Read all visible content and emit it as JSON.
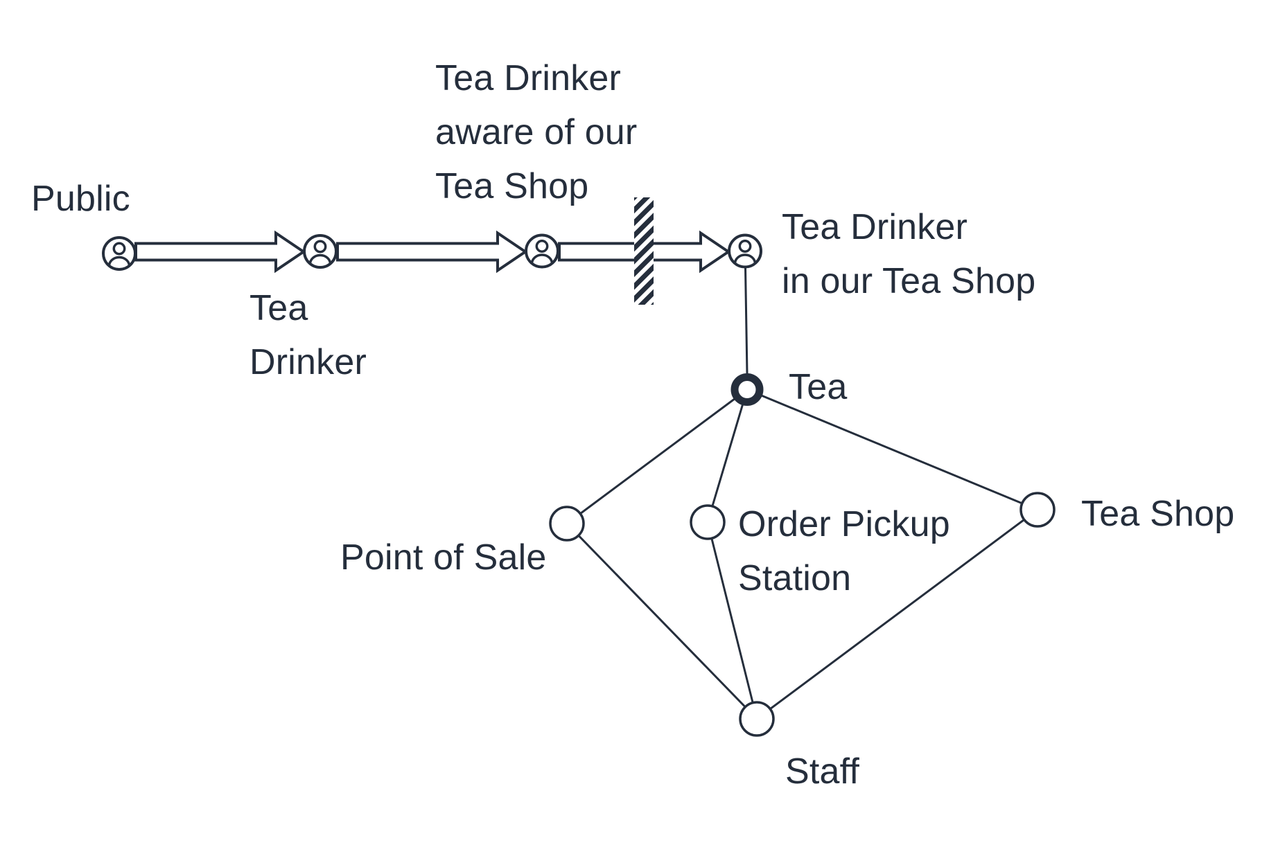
{
  "canvas": {
    "background_color": "#ffffff",
    "ink_color": "#252E3C"
  },
  "labels": {
    "public": "Public",
    "tea_drinker": "Tea\nDrinker",
    "aware": "Tea Drinker\naware of our\nTea Shop",
    "in_shop": "Tea Drinker\nin our Tea Shop",
    "tea": "Tea",
    "point_of_sale": "Point of Sale",
    "order_pickup": "Order Pickup\nStation",
    "tea_shop": "Tea Shop",
    "staff": "Staff"
  },
  "flow": {
    "stages": [
      "Public",
      "Tea Drinker",
      "Tea Drinker aware of our Tea Shop",
      "Tea Drinker in our Tea Shop"
    ],
    "stage_icon": "person-icon",
    "connector": "hollow-block-arrow",
    "barrier": {
      "style": "diagonal-hatched-bar",
      "between": [
        "Tea Drinker aware of our Tea Shop",
        "Tea Drinker in our Tea Shop"
      ]
    }
  },
  "network": {
    "nodes": [
      {
        "id": "tea",
        "label": "Tea",
        "style": "thick-ring"
      },
      {
        "id": "point_of_sale",
        "label": "Point of Sale",
        "style": "circle"
      },
      {
        "id": "order_pickup",
        "label": "Order Pickup Station",
        "style": "circle"
      },
      {
        "id": "tea_shop",
        "label": "Tea Shop",
        "style": "circle"
      },
      {
        "id": "staff",
        "label": "Staff",
        "style": "circle"
      }
    ],
    "edges": [
      [
        "Tea Drinker in our Tea Shop",
        "Tea"
      ],
      [
        "Tea",
        "Point of Sale"
      ],
      [
        "Tea",
        "Order Pickup Station"
      ],
      [
        "Tea",
        "Tea Shop"
      ],
      [
        "Point of Sale",
        "Staff"
      ],
      [
        "Order Pickup Station",
        "Staff"
      ],
      [
        "Tea Shop",
        "Staff"
      ]
    ]
  }
}
